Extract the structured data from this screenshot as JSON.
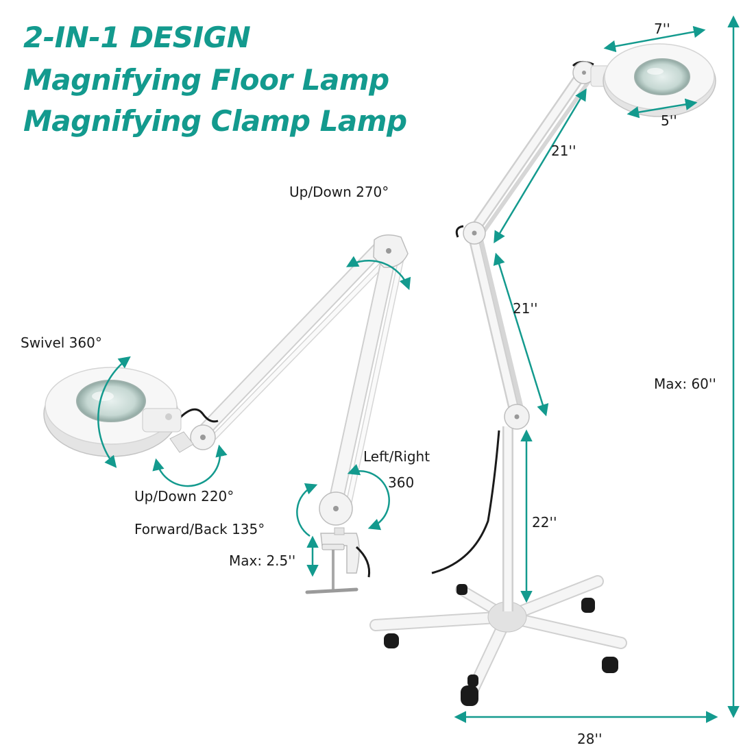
{
  "headline": {
    "line1": "2-IN-1 DESIGN",
    "line2": "Magnifying Floor Lamp",
    "line3": "Magnifying Clamp Lamp"
  },
  "clamp_lamp_labels": {
    "up_down_top": "Up/Down 270°",
    "swivel": "Swivel 360°",
    "up_down_head": "Up/Down 220°",
    "forward_back": "Forward/Back 135°",
    "left_right_line1": "Left/Right",
    "left_right_line2": "360",
    "clamp_max": "Max: 2.5''"
  },
  "floor_lamp_dimensions": {
    "head_outer": "7''",
    "head_lens": "5''",
    "upper_arm": "21''",
    "lower_arm": "21''",
    "pole": "22''",
    "max_height": "Max: 60''",
    "base_width": "28''"
  },
  "colors": {
    "accent": "#139a8e",
    "text": "#1a1a1a",
    "lamp_white": "#f4f4f4",
    "lamp_shadow": "#cfcfcf",
    "lens": "#cfe0dc"
  }
}
